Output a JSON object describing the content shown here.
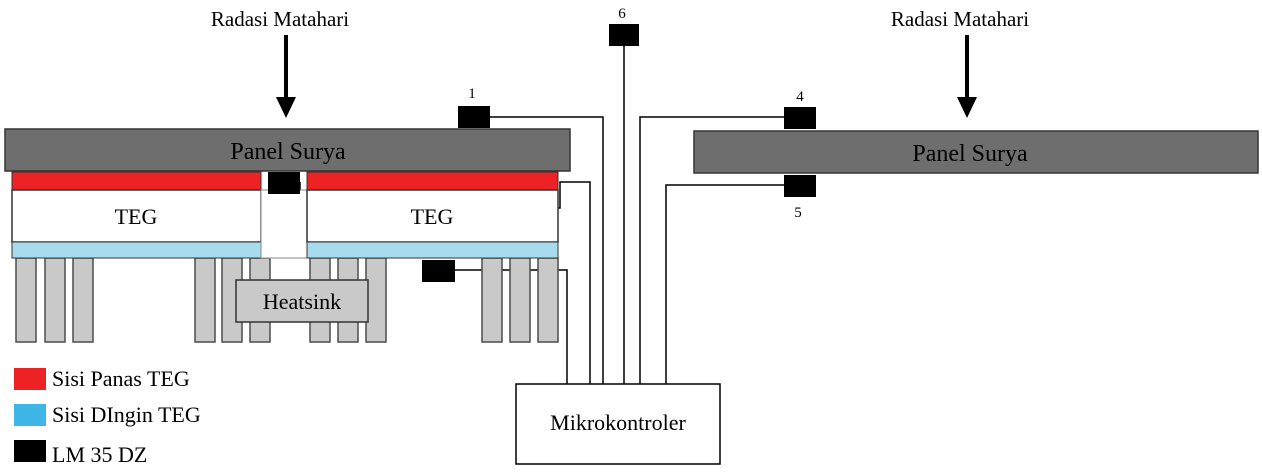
{
  "labels": {
    "radiation_left": "Radasi Matahari",
    "radiation_right": "Radasi Matahari",
    "panel_left": "Panel Surya",
    "panel_right": "Panel Surya",
    "teg_left": "TEG",
    "teg_right": "TEG",
    "heatsink": "Heatsink",
    "microcontroller": "Mikrokontroler"
  },
  "sensors": {
    "s1": "1",
    "s4": "4",
    "s5": "5",
    "s6": "6"
  },
  "legend": [
    {
      "label": "Sisi Panas TEG",
      "color": "#ed2224"
    },
    {
      "label": "Sisi DIngin TEG",
      "color": "#3fb6e8"
    },
    {
      "label": "LM 35 DZ",
      "color": "#000000"
    }
  ],
  "colors": {
    "panel": "#6e6e6e",
    "hot_side": "#ed2224",
    "cold_side": "#a7dcef",
    "heatsink": "#c9c9c9",
    "sensor": "#000000"
  }
}
